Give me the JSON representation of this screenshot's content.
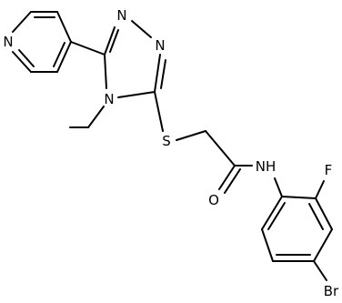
{
  "molecule": {
    "atom_labels": {
      "pyridine_n": "N",
      "triazole_n1": "N",
      "triazole_n2": "N",
      "triazole_n4": "N",
      "sulfur": "S",
      "oxygen": "O",
      "amide_nh": "NH",
      "fluorine": "F",
      "bromine": "Br"
    },
    "colors": {
      "bond": "#000000",
      "label": "#000000",
      "background": "#ffffff"
    }
  }
}
